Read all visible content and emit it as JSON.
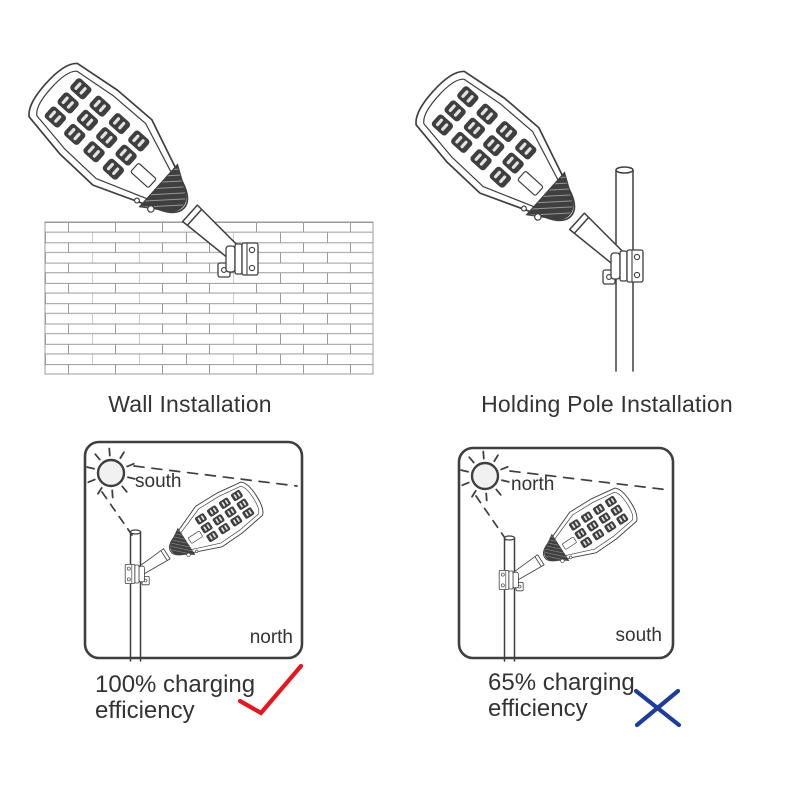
{
  "colors": {
    "line": "#3f3f3f",
    "brick": "#9b9b9b",
    "text": "#333333",
    "sun_fill": "#f1f1f1",
    "check": "#e8141e",
    "cross": "#1e3c9b"
  },
  "wall_section": {
    "title": "Wall Installation"
  },
  "pole_section": {
    "title": "Holding Pole Installation"
  },
  "correct_diagram": {
    "sun_label": "south",
    "far_label": "north",
    "caption_line1": "100% charging",
    "caption_line2": "efficiency",
    "result": "check"
  },
  "wrong_diagram": {
    "sun_label": "north",
    "far_label": "south",
    "caption_line1": "65% charging",
    "caption_line2": "efficiency",
    "result": "cross"
  }
}
